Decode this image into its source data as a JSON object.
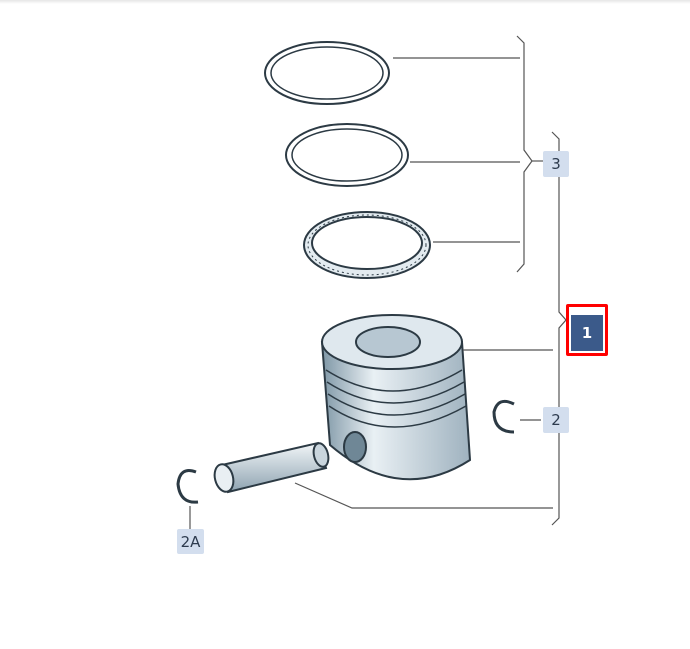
{
  "diagram": {
    "labels": {
      "rings": "3",
      "piston_assembly": "1",
      "circlip": "2",
      "circlip_2a": "2A"
    },
    "selected_label": "1",
    "colors": {
      "selected_border": "#ff0000",
      "selected_fill": "#3b5a8a",
      "label_fill": "#d3deee"
    }
  }
}
